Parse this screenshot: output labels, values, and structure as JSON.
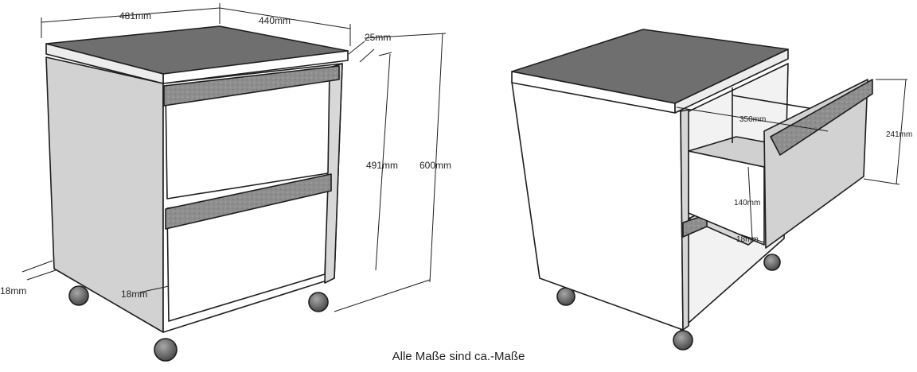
{
  "left_view": {
    "dimensions": {
      "depth": "481mm",
      "width": "440mm",
      "top_thickness": "25mm",
      "front_height": "491mm",
      "total_height": "600mm",
      "plinth": "18mm",
      "side_thickness": "18mm"
    }
  },
  "right_view": {
    "dimensions": {
      "drawer_depth": "350mm",
      "drawer_front_height": "241mm",
      "drawer_inner_height": "140mm",
      "drawer_bottom": "18mm"
    }
  },
  "caption": "Alle Maße sind ca.-Maße",
  "colors": {
    "top": "#6f6f6f",
    "side": "#d2d2d2",
    "front": "#ffffff",
    "handle": "#8e8e8e",
    "edge": "#1e1e1e",
    "wheel": "#6e6e6e"
  }
}
